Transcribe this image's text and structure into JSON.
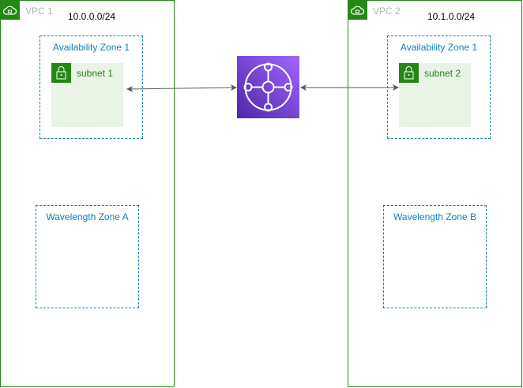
{
  "vpcs": [
    {
      "label": "VPC 1",
      "cidr": "10.0.0.0/24",
      "availability_zone": "Availability Zone 1",
      "subnet": "subnet 1",
      "wavelength_zone": "Wavelength Zone A"
    },
    {
      "label": "VPC 2",
      "cidr": "10.1.0.0/24",
      "availability_zone": "Availability Zone 1",
      "subnet": "subnet 2",
      "wavelength_zone": "Wavelength Zone B"
    }
  ],
  "center_icon": "transit-gateway-icon",
  "colors": {
    "vpc": "#248814",
    "zone": "#147eba",
    "subnet_fill": "#e9f3e6",
    "gateway": "#7b45d9",
    "arrow": "#545b64"
  }
}
